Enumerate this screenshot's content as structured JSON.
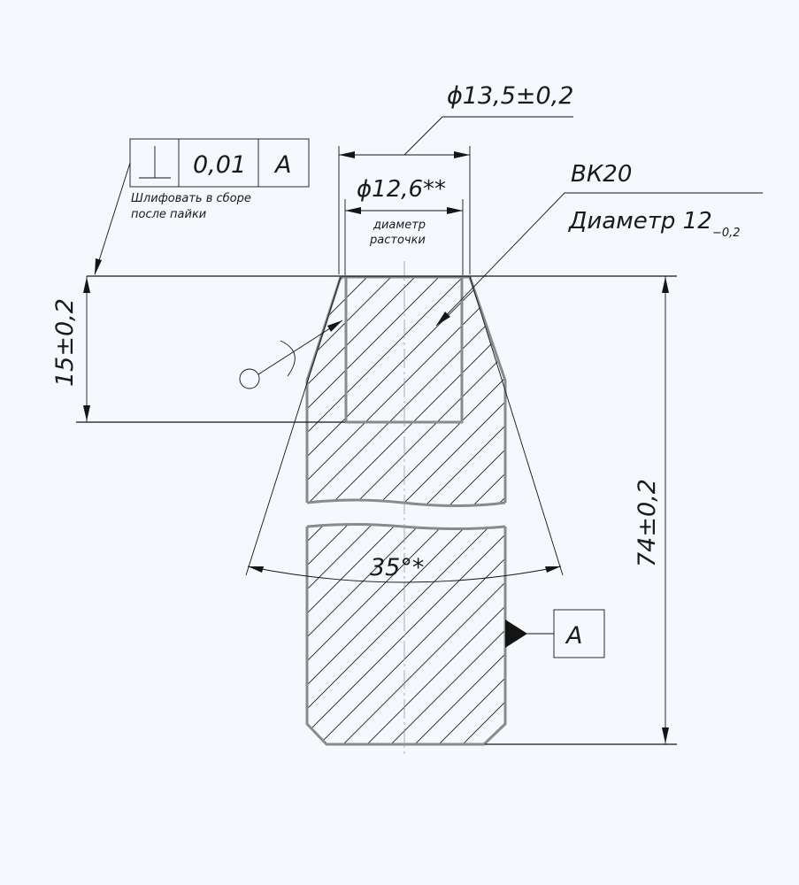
{
  "dimensions": {
    "outer_diameter": "ϕ13,5±0,2",
    "bore_diameter": "ϕ12,6**",
    "bore_note_line1": "диаметр",
    "bore_note_line2": "расточки",
    "depth": "15±0,2",
    "length": "74±0,2",
    "angle": "35°*"
  },
  "material": {
    "grade": "ВК20",
    "diameter_text": "Диаметр 12",
    "diameter_tolerance": "−0,2"
  },
  "tolerance_frame": {
    "symbol": "⊥",
    "value": "0,01",
    "datum": "A"
  },
  "grinding_note": {
    "line1": "Шлифовать в сборе",
    "line2": "после пайки"
  },
  "datum_label": "A",
  "icons": {
    "perpendicularity": "perpendicularity-icon",
    "solder_joint": "solder-joint-icon",
    "datum_triangle": "datum-triangle-icon"
  }
}
